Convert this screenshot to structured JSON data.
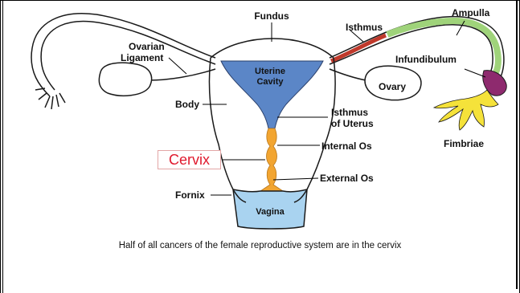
{
  "labels": {
    "fundus": "Fundus",
    "isthmus": "Isthmus",
    "ampulla": "Ampulla",
    "ovarian_ligament_line1": "Ovarian",
    "ovarian_ligament_line2": "Ligament",
    "uterine_cavity_line1": "Uterine",
    "uterine_cavity_line2": "Cavity",
    "infundibulum": "Infundibulum",
    "ovary": "Ovary",
    "body": "Body",
    "isthmus_of_uterus_line1": "Isthmus",
    "isthmus_of_uterus_line2": "of Uterus",
    "fimbriae": "Fimbriae",
    "internal_os": "Internal Os",
    "cervix": "Cervix",
    "external_os": "External Os",
    "fornix": "Fornix",
    "vagina": "Vagina"
  },
  "caption": "Half of all cancers of the female reproductive system are in the cervix",
  "colors": {
    "uterine_cavity": "#5b86c7",
    "cervix_canal": "#f2a531",
    "vagina": "#a9d3f0",
    "isthmus_tube": "#c0392b",
    "ampulla_tube": "#9fd37a",
    "infundibulum_tube": "#8e2a6e",
    "fimbriae": "#f5e23a",
    "cervix_label": "#e0192d"
  }
}
